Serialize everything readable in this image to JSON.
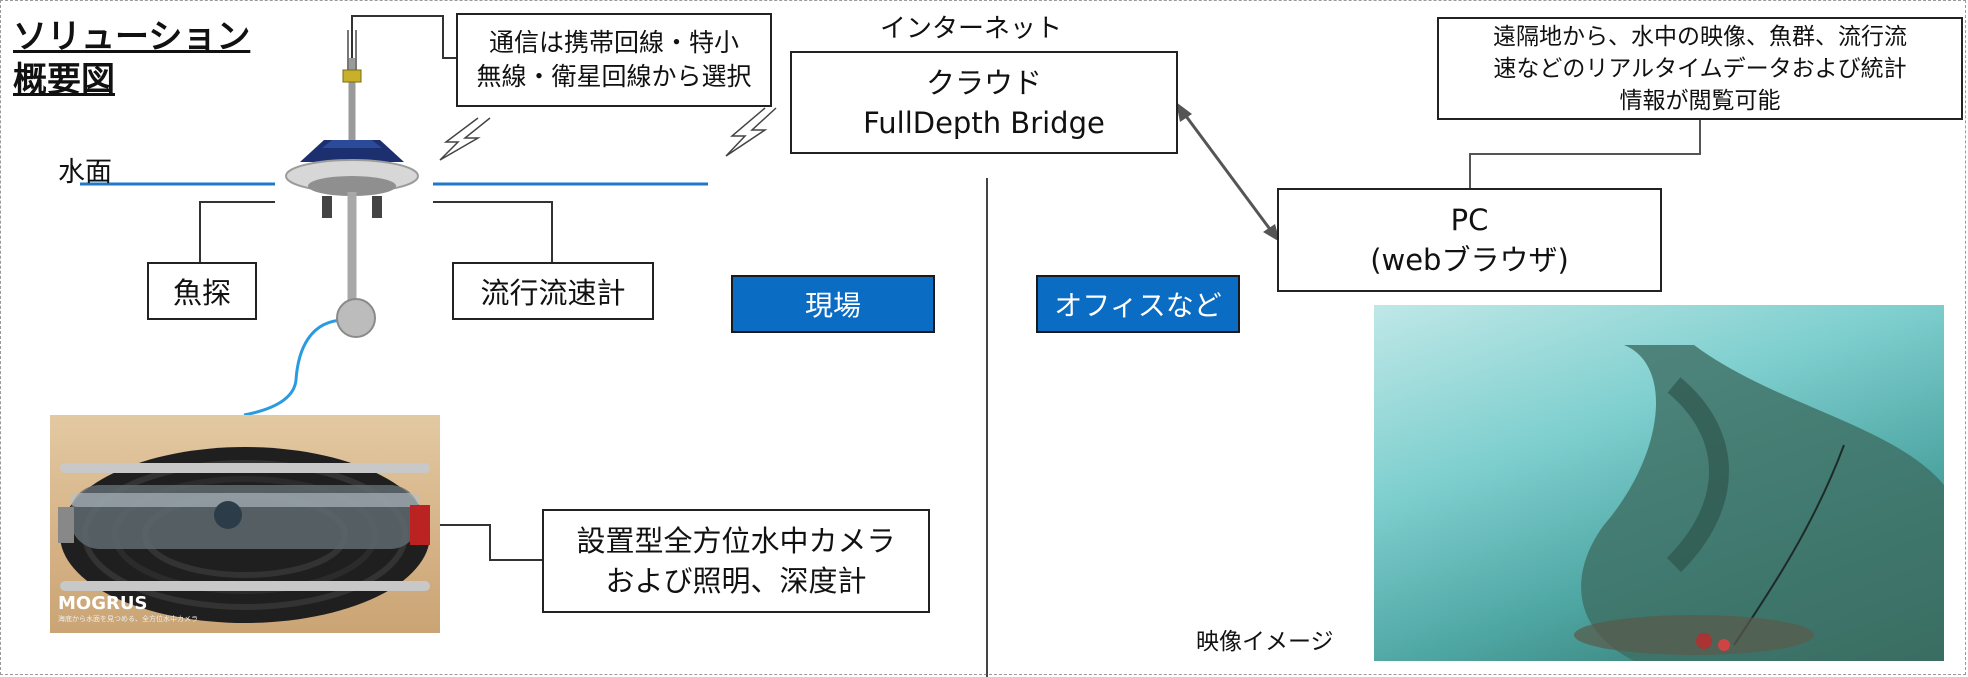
{
  "title": {
    "line1": "ソリューション",
    "line2": "概要図"
  },
  "labels": {
    "water_surface": "水面",
    "internet": "インターネット",
    "video_image": "映像イメージ",
    "mogrus_logo": "MOGRUS",
    "mogrus_tagline": "海底から水面を見つめる、全方位水中カメラ"
  },
  "boxes": {
    "communication": [
      "通信は携帯回線・特小",
      "無線・衛星回線から選択"
    ],
    "cloud": [
      "クラウド",
      "FullDepth Bridge"
    ],
    "remote_info": [
      "遠隔地から、水中の映像、魚群、流行流",
      "速などのリアルタイムデータおよび統計",
      "情報が閲覧可能"
    ],
    "pc": [
      "PC",
      "(webブラウザ)"
    ],
    "fish_finder": "魚探",
    "current_meter": "流行流速計",
    "camera": [
      "設置型全方位水中カメラ",
      "および照明、深度計"
    ]
  },
  "areas": {
    "site": "現場",
    "office": "オフィスなど"
  },
  "colors": {
    "area_badge": "#0a6cc2",
    "water_line": "#1f78c8",
    "cable": "#2a9be0"
  }
}
